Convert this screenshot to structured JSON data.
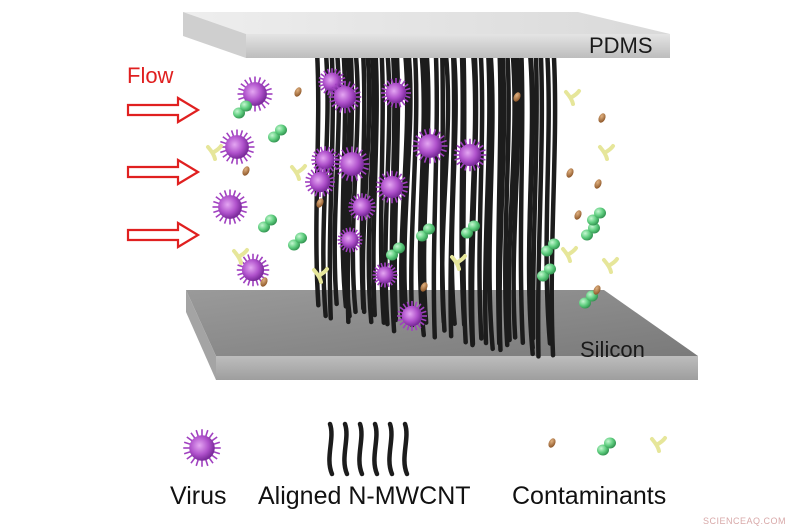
{
  "labels": {
    "pdms": "PDMS",
    "silicon": "Silicon",
    "flow": "Flow"
  },
  "legend": {
    "virus": "Virus",
    "cnt": "Aligned N-MWCNT",
    "contaminants": "Contaminants"
  },
  "watermark": "SCIENCEAQ.COM",
  "colors": {
    "virus": "#a040c0",
    "virus_dark": "#7a2a9a",
    "cnt": "#1c1c1c",
    "contaminant_brown": "#b77a45",
    "contaminant_green": "#5fce7f",
    "contaminant_yellow": "#e6e69a",
    "flow_arrow": "#e02020",
    "plate_top": "#d6d6d6",
    "plate_bottom": "#8d8d8d"
  }
}
